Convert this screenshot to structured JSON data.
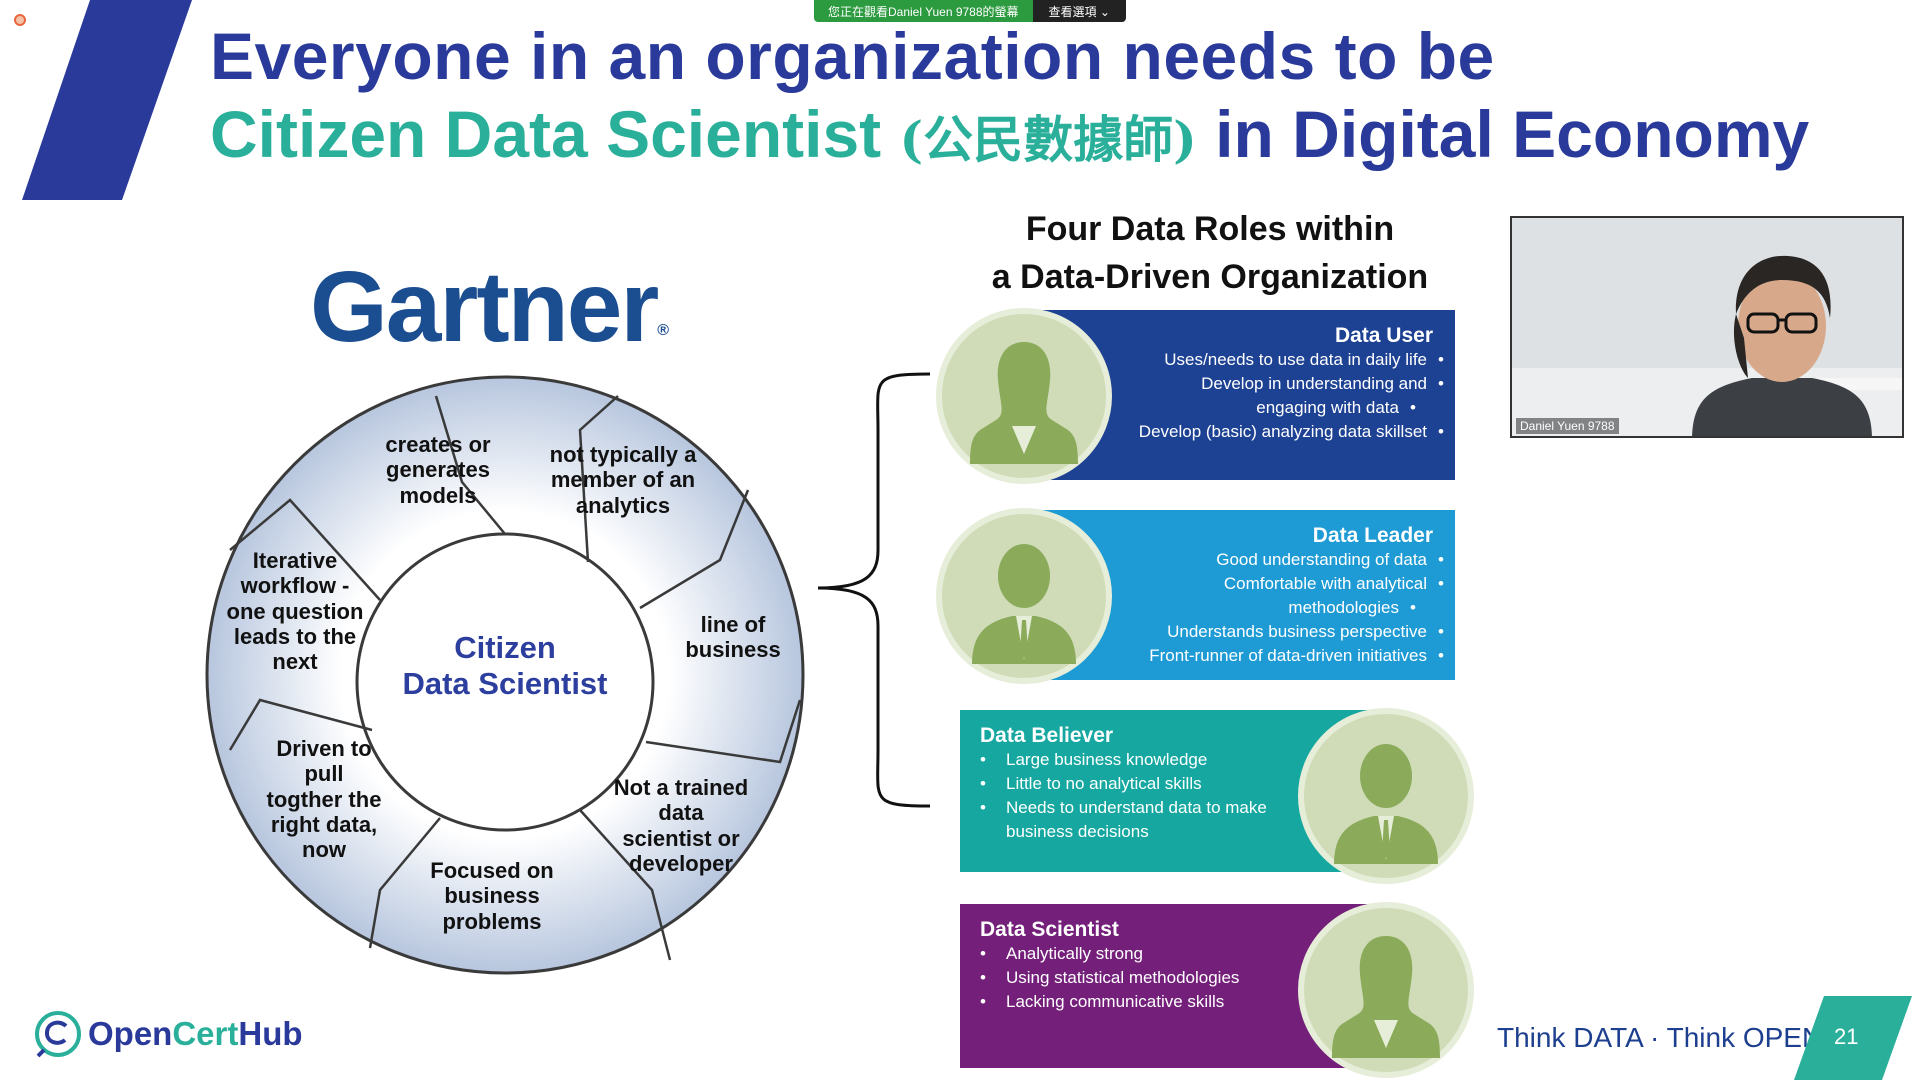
{
  "zoom_bar": {
    "share_text": "您正在觀看Daniel Yuen 9788的螢幕",
    "options_text": "查看選項 ⌄"
  },
  "title": {
    "line1": "Everyone in an organization needs to be",
    "line2_teal": "Citizen Data Scientist ",
    "line2_cjk": "(公民數據師)",
    "line2_navy": " in Digital Economy"
  },
  "gartner": {
    "brand": "Gartner",
    "reg": "®"
  },
  "wheel": {
    "center_line1": "Citizen",
    "center_line2": "Data Scientist",
    "segments": [
      "creates or\ngenerates\nmodels",
      "not typically a\nmember of an\nanalytics",
      "line of\nbusiness",
      "Not a trained\ndata\nscientist or\ndeveloper",
      "Focused on\nbusiness\nproblems",
      "Driven to\npull\ntogther the\nright data,\nnow",
      "Iterative\nworkflow -\none question\nleads to the\nnext"
    ]
  },
  "roles": {
    "heading_line1": "Four Data Roles within",
    "heading_line2": "a Data-Driven Organization",
    "data_user": {
      "name": "Data User",
      "lines": [
        "Uses/needs to use data in daily life",
        "Develop in understanding and",
        "engaging with data",
        "Develop (basic) analyzing data skillset"
      ]
    },
    "data_leader": {
      "name": "Data Leader",
      "lines": [
        "Good understanding of data",
        "Comfortable with analytical",
        "methodologies",
        "Understands business perspective",
        "Front-runner of data-driven initiatives"
      ]
    },
    "data_believer": {
      "name": "Data Believer",
      "lines": [
        "Large business knowledge",
        "Little to no analytical skills",
        "Needs to understand data to make",
        "business decisions"
      ]
    },
    "data_scientist": {
      "name": "Data Scientist",
      "lines": [
        "Analytically strong",
        "Using statistical methodologies",
        "Lacking communicative skills"
      ]
    }
  },
  "video": {
    "participant_name": "Daniel Yuen 9788"
  },
  "footer": {
    "logo_open": "Open",
    "logo_cert": "Cert",
    "logo_hub": "Hub",
    "tagline": "Think DATA · Think OPEN",
    "page_number": "21"
  },
  "colors": {
    "navy": "#2a3a9b",
    "teal": "#2ab09a",
    "data_user": "#1d4193",
    "data_leader": "#1e9bd5",
    "data_believer": "#15a7a0",
    "data_scientist": "#74207b"
  }
}
